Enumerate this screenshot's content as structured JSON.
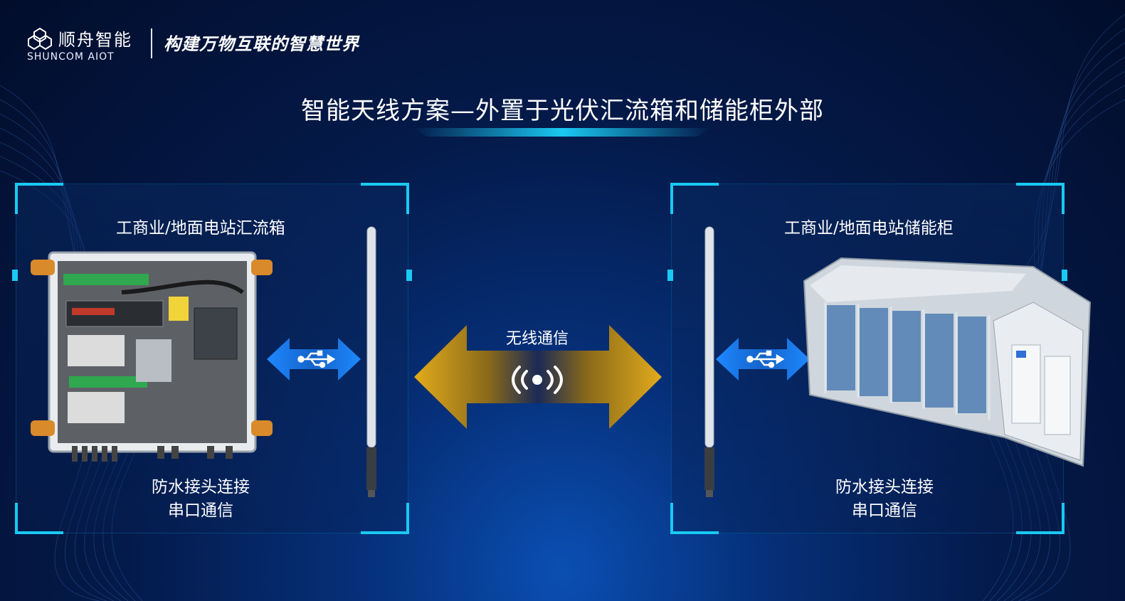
{
  "brand": {
    "name_cn": "顺舟智能",
    "name_en": "SHUNCOM AIOT",
    "slogan": "构建万物互联的智慧世界"
  },
  "title": "智能天线方案—外置于光伏汇流箱和储能柜外部",
  "left_panel": {
    "label": "工商业/地面电站汇流箱",
    "note_line1": "防水接头连接",
    "note_line2": "串口通信"
  },
  "right_panel": {
    "label": "工商业/地面电站储能柜",
    "note_line1": "防水接头连接",
    "note_line2": "串口通信"
  },
  "center": {
    "label": "无线通信"
  },
  "icons": {
    "usb": "usb-icon",
    "signal": "wireless-signal-icon",
    "antenna": "antenna-icon"
  },
  "colors": {
    "accent": "#19c9f2",
    "usb_arrow": "#1e7fe0",
    "wireless_arrow": "#d4a017"
  }
}
